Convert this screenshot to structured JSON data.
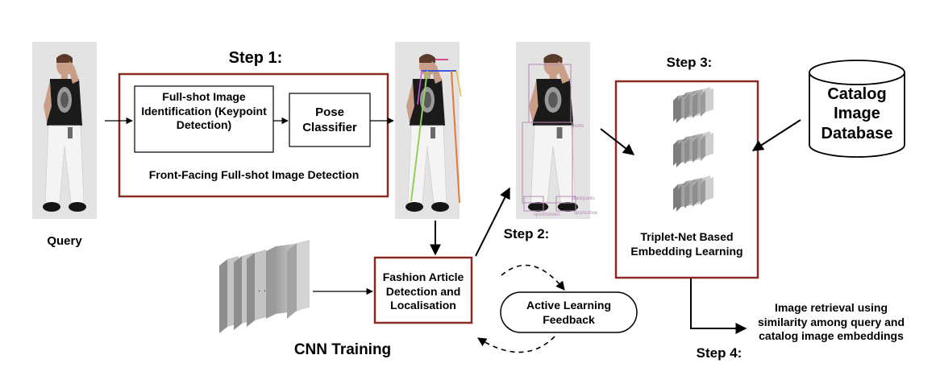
{
  "query": {
    "label": "Query"
  },
  "step1": {
    "title": "Step 1:",
    "box1": "Full-shot Image Identification (Keypoint Detection)",
    "box2": "Pose Classifier",
    "caption": "Front-Facing Full-shot Image Detection"
  },
  "step2": {
    "title": "Step 2:"
  },
  "step3": {
    "title": "Step 3:",
    "caption": "Triplet-Net Based Embedding Learning"
  },
  "step4": {
    "title": "Step 4:",
    "caption": "Image retrieval using similarity among query and catalog image embeddings"
  },
  "catalog": {
    "label": "Catalog Image Database"
  },
  "cnn": {
    "label": "CNN Training",
    "dots": ". ."
  },
  "detection": {
    "label": "Fashion Article Detection and Localisation"
  },
  "active": {
    "label": "Active Learning Feedback"
  },
  "detection_tags": {
    "top": "sports",
    "bottom": "trackpants",
    "shoe_left": "sportsshoes",
    "shoe_right": "sportsshoe"
  },
  "colors": {
    "step_border": "#8b2a22",
    "box_border": "#000000",
    "photo_bg": "#e3e3e3",
    "shirt": "#1a1a1a",
    "pants": "#f4f4f4",
    "layer_fill": "#b5b5b5",
    "layer_edge": "#8a8a8a",
    "bbox": "#b58ab5"
  }
}
